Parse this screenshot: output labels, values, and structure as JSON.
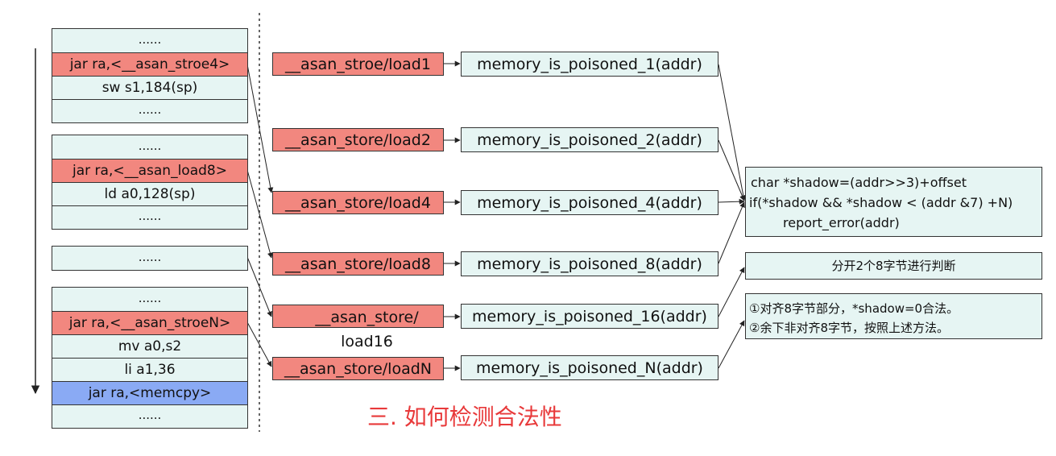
{
  "stacks": [
    {
      "cells": [
        {
          "text": "......",
          "kind": "dots"
        },
        {
          "text": "jar ra,<__asan_stroe4>",
          "kind": "hl"
        },
        {
          "text": "sw s1,184(sp)",
          "kind": "plain"
        },
        {
          "text": "......",
          "kind": "dots"
        }
      ]
    },
    {
      "cells": [
        {
          "text": "......",
          "kind": "dots"
        },
        {
          "text": "jar ra,<__asan_load8>",
          "kind": "hl"
        },
        {
          "text": "ld a0,128(sp)",
          "kind": "plain"
        },
        {
          "text": "......",
          "kind": "dots"
        }
      ]
    },
    {
      "cells": [
        {
          "text": "......",
          "kind": "dots"
        }
      ]
    },
    {
      "cells": [
        {
          "text": "......",
          "kind": "dots"
        },
        {
          "text": "jar ra,<__asan_stroeN>",
          "kind": "hl"
        },
        {
          "text": "mv a0,s2",
          "kind": "plain"
        },
        {
          "text": "li a1,36",
          "kind": "plain"
        },
        {
          "text": "jar ra,<memcpy>",
          "kind": "blue"
        },
        {
          "text": "......",
          "kind": "dots"
        }
      ]
    }
  ],
  "asan_functions": [
    "__asan_stroe/load1",
    "__asan_store/load2",
    "__asan_store/load4",
    "__asan_store/load8",
    "__asan_store/\nload16",
    "__asan_store/loadN"
  ],
  "poison_checks": [
    "memory_is_poisoned_1(addr)",
    "memory_is_poisoned_2(addr)",
    "memory_is_poisoned_4(addr)",
    "memory_is_poisoned_8(addr)",
    "memory_is_poisoned_16(addr)",
    "memory_is_poisoned_N(addr)"
  ],
  "check_logic": [
    "char *shadow=(addr>>3)+offset",
    "if(*shadow && *shadow < (addr &7) +N)",
    "report_error(addr)"
  ],
  "split_note": "分开2个8字节进行判断",
  "n_note": [
    "①对齐8字节部分，*shadow=0合法。",
    "②余下非对齐8字节，按照上述方法。"
  ],
  "title": "三. 如何检测合法性",
  "colors": {
    "highlight": "#f2877f",
    "cell_bg": "#e6f5f3",
    "memcpy": "#8aaaf4",
    "title": "#e8393a"
  }
}
